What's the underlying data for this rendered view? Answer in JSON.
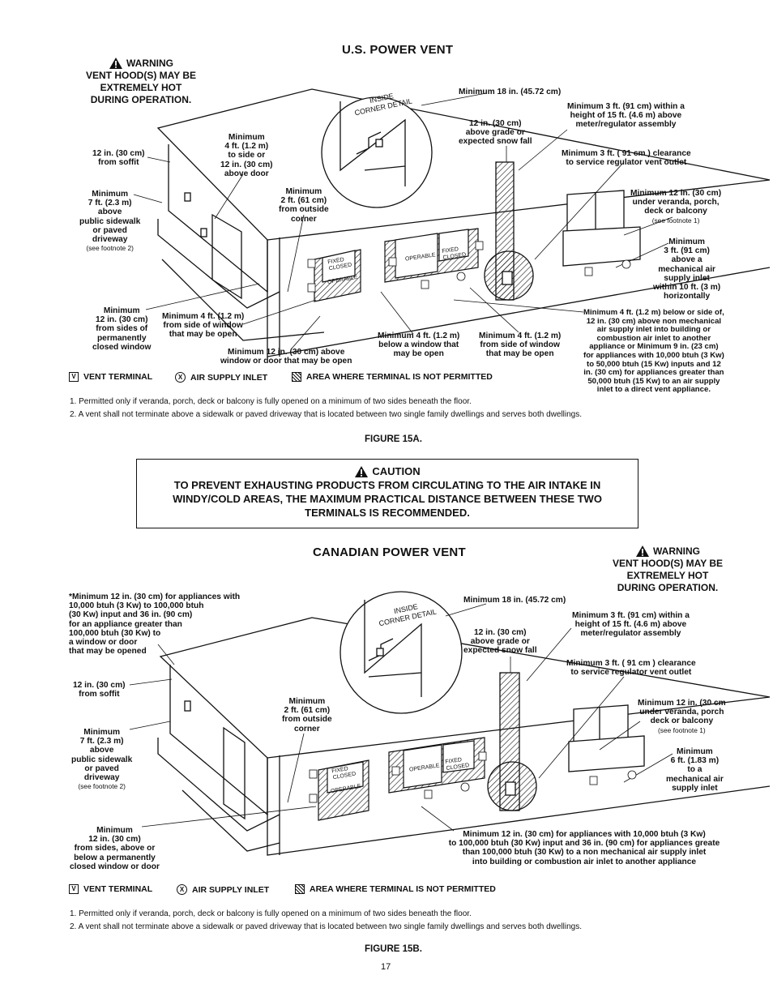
{
  "fig_a": {
    "title": "U.S. POWER VENT",
    "warning": {
      "label": "WARNING",
      "line1": "VENT HOOD(S) MAY BE",
      "line2": "EXTREMELY HOT",
      "line3": "DURING OPERATION."
    },
    "inside_corner": "INSIDE\nCORNER DETAIL",
    "labels": {
      "min18": "Minimum 18 in. (45.72 cm)",
      "grade": "12 in. (30 cm)\nabove grade or\nexpected snow fall",
      "meter": "Minimum 3 ft. (91 cm) within a\nheight of 15 ft. (4.6 m) above\nmeter/regulator assembly",
      "regulator": "Minimum 3 ft. ( 91 cm ) clearance\nto service regulator vent outlet",
      "veranda": "Minimum 12 in. (30 cm)\nunder veranda, porch,\ndeck or balcony",
      "veranda_note": "(see footnote 1)",
      "mech": "Minimum\n3 ft. (91 cm)\nabove a\nmechanical air\nsupply inlet\nwithin 10 ft. (3 m)\nhorizontally",
      "nonmech": "Minimum 4 ft. (1.2 m) below or side of,\n12 in. (30 cm) above non mechanical\nair supply inlet into building or\ncombustion air inlet to another\nappliance or Minimum 9 in. (23 cm)\nfor appliances with 10,000 btuh (3 Kw)\nto 50,000 btuh (15 Kw) inputs and 12\nin. (30 cm) for appliances greater than\n50,000 btuh (15 Kw) to an air supply\ninlet to a direct vent appliance.",
      "soffit": "12 in. (30 cm)\nfrom soffit",
      "door": "Minimum\n4 ft. (1.2 m)\nto side or\n12 in. (30 cm)\nabove door",
      "corner": "Minimum\n2 ft. (61 cm)\nfrom outside\ncorner",
      "sidewalk": "Minimum\n7 ft. (2.3 m)\nabove\npublic sidewalk\nor paved\ndriveway",
      "sidewalk_note": "(see footnote 2)",
      "closed_window": "Minimum\n12 in. (30 cm)\nfrom sides of\npermanently\nclosed window",
      "side_window": "Minimum 4 ft. (1.2 m)\nfrom side of window\nthat may be open",
      "above_window": "Minimum 12 in. (30 cm) above\nwindow or door that may be open",
      "below_window": "Minimum 4 ft. (1.2 m)\nbelow a window that\nmay be open",
      "side_window2": "Minimum 4 ft. (1.2 m)\nfrom side of window\nthat may be open"
    },
    "caption": "FIGURE 15A."
  },
  "legend": {
    "v": "V",
    "vent": "VENT TERMINAL",
    "x": "X",
    "air": "AIR SUPPLY INLET",
    "area": "AREA WHERE TERMINAL IS NOT PERMITTED"
  },
  "footnotes": {
    "n1": "1. Permitted only if veranda, porch, deck or balcony is fully opened on a minimum of two sides beneath the floor.",
    "n2": "2. A vent shall not terminate above a sidewalk or paved driveway that is located between two single family dwellings and serves both dwellings."
  },
  "window_labels": {
    "fixed": "FIXED",
    "closed": "CLOSED",
    "operable": "OPERABLE"
  },
  "caution": {
    "label": "CAUTION",
    "text": "TO PREVENT EXHAUSTING PRODUCTS FROM CIRCULATING TO THE AIR INTAKE IN WINDY/COLD AREAS, THE MAXIMUM PRACTICAL DISTANCE BETWEEN THESE TWO TERMINALS IS RECOMMENDED."
  },
  "fig_b": {
    "title": "CANADIAN POWER VENT",
    "warning": {
      "label": "WARNING",
      "line1": "VENT HOOD(S) MAY BE",
      "line2": "EXTREMELY HOT",
      "line3": "DURING OPERATION."
    },
    "inside_corner": "INSIDE\nCORNER DETAIL",
    "labels": {
      "star": "*Minimum 12 in. (30 cm) for appliances with\n10,000 btuh (3 Kw) to 100,000 btuh\n(30 Kw) input and 36 in. (90 cm)\nfor an appliance greater than\n100,000 btuh (30 Kw) to\na window or door\nthat may be opened",
      "min18": "Minimum 18 in. (45.72 cm)",
      "grade": "12 in. (30 cm)\nabove grade or\nexpected snow fall",
      "meter": "Minimum 3 ft. (91 cm) within a\nheight of 15 ft. (4.6 m) above\nmeter/regulator assembly",
      "regulator": "Minimum 3 ft. ( 91 cm ) clearance\nto service regulator vent outlet",
      "veranda": "Minimum 12 in. (30 cm\nunder veranda, porch\ndeck or balcony",
      "veranda_note": "(see footnote 1)",
      "mech": "Minimum\n6 ft. (1.83 m)\nto a\nmechanical air\nsupply inlet",
      "soffit": "12 in. (30 cm)\nfrom soffit",
      "corner": "Minimum\n2 ft. (61 cm)\nfrom outside\ncorner",
      "sidewalk": "Minimum\n7 ft. (2.3 m)\nabove\npublic sidewalk\nor paved\ndriveway",
      "sidewalk_note": "(see footnote 2)",
      "closed_window": "Minimum\n12 in. (30 cm)\nfrom sides, above or\nbelow a permanently\nclosed window or door",
      "nonmech": "Minimum 12 in. (30 cm) for appliances with 10,000 btuh (3 Kw)\nto 100,000 btuh (30 Kw) input and 36 in. (90 cm) for appliances greate\nthan 100,000 btuh (30 Kw) to a non mechanical air supply inlet\ninto building or combustion air inlet to another appliance"
    },
    "caption": "FIGURE 15B."
  },
  "page_number": "17"
}
